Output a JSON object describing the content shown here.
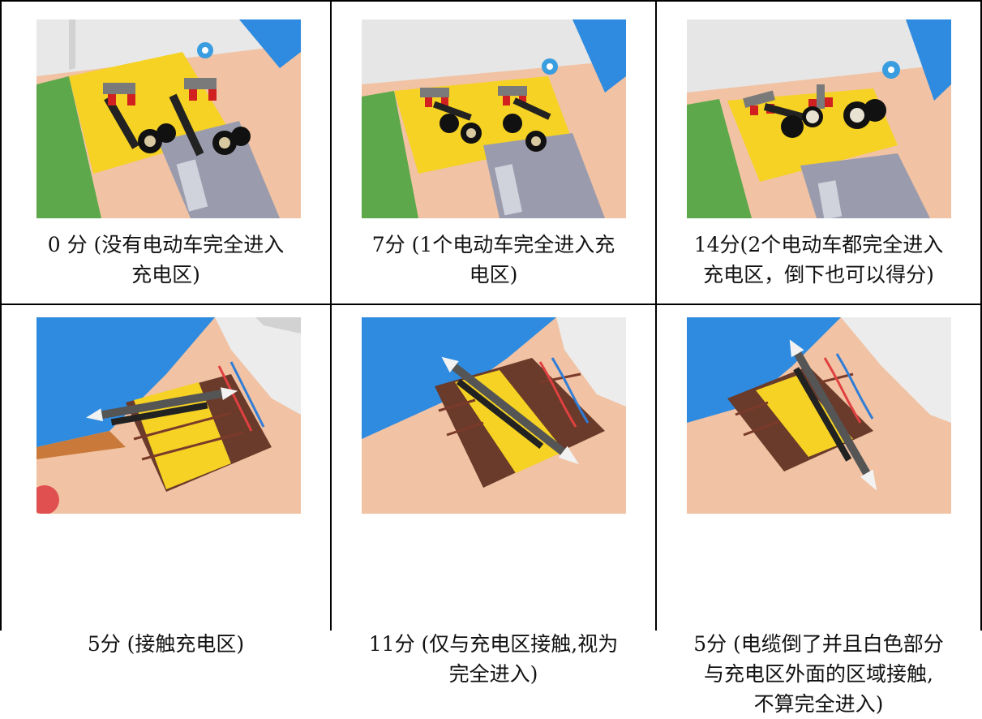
{
  "table": {
    "rows": [
      {
        "cells": [
          {
            "caption": "0 分 (没有电动车完全进入\n充电区)",
            "image": "two-vehicles-outside-charging-zone-photo"
          },
          {
            "caption": "7分 (1个电动车完全进入充\n电区)",
            "image": "one-vehicle-in-charging-zone-photo"
          },
          {
            "caption": "14分(2个电动车都完全进入\n充电区，倒下也可以得分)",
            "image": "two-vehicles-in-charging-zone-photo"
          }
        ]
      },
      {
        "cells": [
          {
            "caption": "5分 (接触充电区)",
            "image": "cable-touching-charging-zone-photo"
          },
          {
            "caption": "11分 (仅与充电区接触,视为\n完全进入)",
            "image": "cable-only-contacting-zone-photo"
          },
          {
            "caption": "5分 (电缆倒了并且白色部分\n与充电区外面的区域接触,\n不算完全进入)",
            "image": "cable-fallen-touching-outside-photo"
          }
        ]
      }
    ]
  },
  "colors": {
    "border": "#000000",
    "mat_yellow": "#f5d223",
    "mat_peach": "#f1c2a3",
    "mat_blue": "#2e8be0",
    "mat_green": "#5ca84a",
    "road_gray": "#9a9cae",
    "deck_brown": "#6a3a2a"
  }
}
